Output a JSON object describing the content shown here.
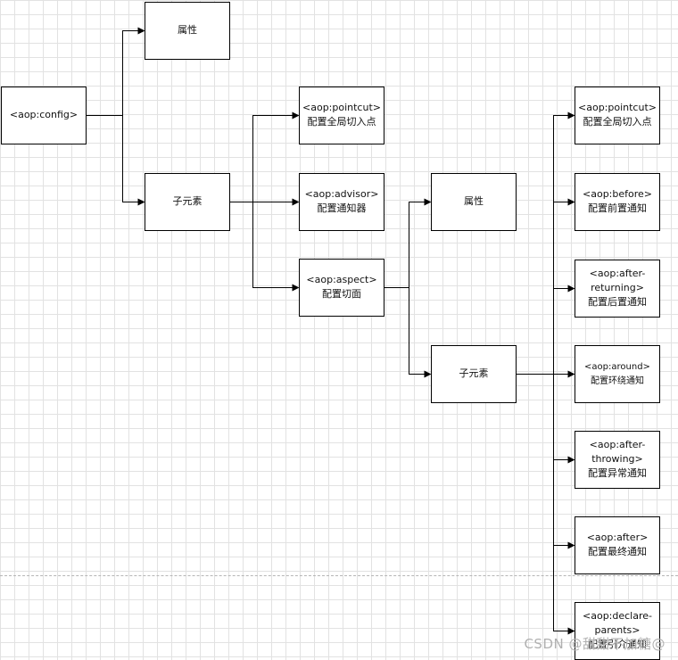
{
  "diagram": {
    "colors": {
      "stroke": "#000000",
      "fill": "#ffffff",
      "text": "#111111"
    },
    "nodes": {
      "config": [
        "<aop:config>"
      ],
      "config_attr": [
        "属性"
      ],
      "config_child": [
        "子元素"
      ],
      "pointcut": [
        "<aop:pointcut>",
        "配置全局切入点"
      ],
      "advisor": [
        "<aop:advisor>",
        "配置通知器"
      ],
      "aspect": [
        "<aop:aspect>",
        "配置切面"
      ],
      "aspect_attr": [
        "属性"
      ],
      "aspect_child": [
        "子元素"
      ],
      "a_pointcut": [
        "<aop:pointcut>",
        "配置全局切入点"
      ],
      "a_before": [
        "<aop:before>",
        "配置前置通知"
      ],
      "a_after_returning": [
        "<aop:after-",
        "returning>",
        "配置后置通知"
      ],
      "a_around": [
        "<aop:around>",
        "配置环绕通知"
      ],
      "a_after_throwing": [
        "<aop:after-",
        "throwing>",
        "配置异常通知"
      ],
      "a_after": [
        "<aop:after>",
        "配置最终通知"
      ],
      "a_declare_parents": [
        "<aop:declare-",
        "parents>",
        "配置引介通知"
      ]
    }
  },
  "watermark": "CSDN @甜甜不加糖@"
}
